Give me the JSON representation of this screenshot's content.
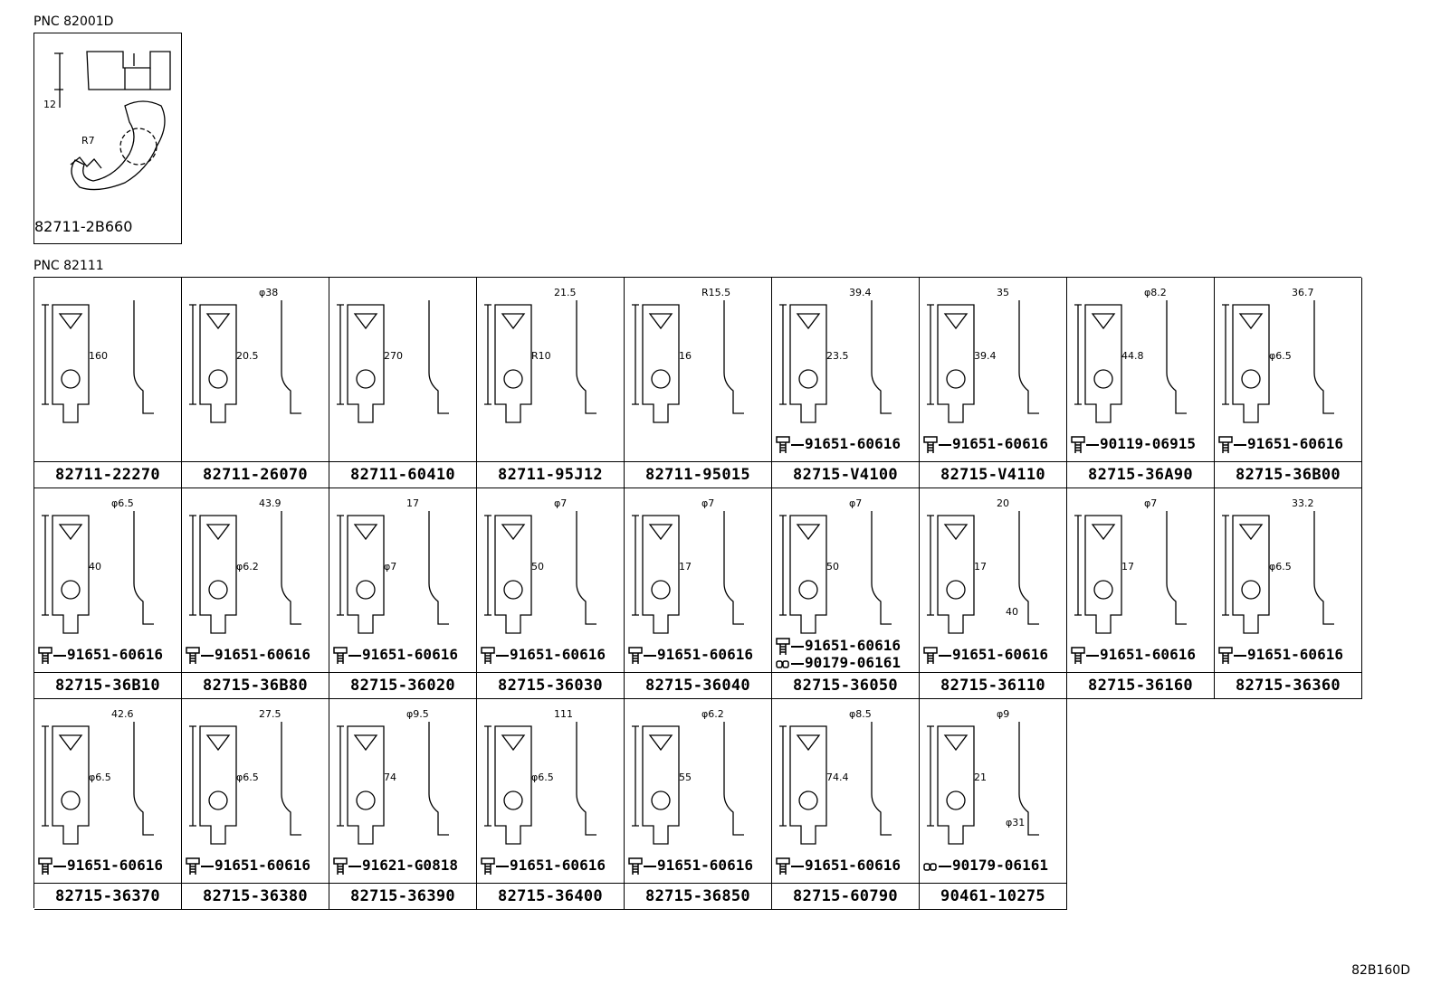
{
  "pnc_top": "PNC 82001D",
  "pnc_main": "PNC 82111",
  "figure_code": "82B160D",
  "top_part": {
    "part": "82711-2B660",
    "dims": [
      "12",
      "R7"
    ]
  },
  "rows": [
    [
      {
        "part": "82711-22270",
        "dims": [
          "160"
        ],
        "bolts": []
      },
      {
        "part": "82711-26070",
        "dims": [
          "20.5",
          "φ38"
        ],
        "bolts": []
      },
      {
        "part": "82711-60410",
        "dims": [
          "270"
        ],
        "bolts": []
      },
      {
        "part": "82711-95J12",
        "dims": [
          "R10",
          "21.5"
        ],
        "bolts": []
      },
      {
        "part": "82711-95015",
        "dims": [
          "16",
          "R15.5"
        ],
        "bolts": []
      },
      {
        "part": "82715-V4100",
        "dims": [
          "23.5",
          "39.4"
        ],
        "bolts": [
          {
            "type": "bolt",
            "num": "91651-60616"
          }
        ]
      },
      {
        "part": "82715-V4110",
        "dims": [
          "39.4",
          "35"
        ],
        "bolts": [
          {
            "type": "bolt",
            "num": "91651-60616"
          }
        ]
      },
      {
        "part": "82715-36A90",
        "dims": [
          "44.8",
          "φ8.2"
        ],
        "bolts": [
          {
            "type": "bolt",
            "num": "90119-06915"
          }
        ]
      },
      {
        "part": "82715-36B00",
        "dims": [
          "φ6.5",
          "36.7"
        ],
        "bolts": [
          {
            "type": "bolt",
            "num": "91651-60616"
          }
        ]
      }
    ],
    [
      {
        "part": "82715-36B10",
        "dims": [
          "40",
          "φ6.5"
        ],
        "bolts": [
          {
            "type": "bolt",
            "num": "91651-60616"
          }
        ]
      },
      {
        "part": "82715-36B80",
        "dims": [
          "φ6.2",
          "43.9"
        ],
        "bolts": [
          {
            "type": "bolt",
            "num": "91651-60616"
          }
        ]
      },
      {
        "part": "82715-36020",
        "dims": [
          "φ7",
          "17"
        ],
        "bolts": [
          {
            "type": "bolt",
            "num": "91651-60616"
          }
        ]
      },
      {
        "part": "82715-36030",
        "dims": [
          "50",
          "φ7"
        ],
        "bolts": [
          {
            "type": "bolt",
            "num": "91651-60616"
          }
        ]
      },
      {
        "part": "82715-36040",
        "dims": [
          "17",
          "φ7"
        ],
        "bolts": [
          {
            "type": "bolt",
            "num": "91651-60616"
          }
        ]
      },
      {
        "part": "82715-36050",
        "dims": [
          "50",
          "φ7"
        ],
        "bolts": [
          {
            "type": "bolt",
            "num": "91651-60616"
          },
          {
            "type": "clip",
            "num": "90179-06161"
          }
        ]
      },
      {
        "part": "82715-36110",
        "dims": [
          "17",
          "20",
          "40"
        ],
        "bolts": [
          {
            "type": "bolt",
            "num": "91651-60616"
          }
        ]
      },
      {
        "part": "82715-36160",
        "dims": [
          "17",
          "φ7"
        ],
        "bolts": [
          {
            "type": "bolt",
            "num": "91651-60616"
          }
        ]
      },
      {
        "part": "82715-36360",
        "dims": [
          "φ6.5",
          "33.2"
        ],
        "bolts": [
          {
            "type": "bolt",
            "num": "91651-60616"
          }
        ]
      }
    ],
    [
      {
        "part": "82715-36370",
        "dims": [
          "φ6.5",
          "42.6"
        ],
        "bolts": [
          {
            "type": "bolt",
            "num": "91651-60616"
          }
        ]
      },
      {
        "part": "82715-36380",
        "dims": [
          "φ6.5",
          "27.5"
        ],
        "bolts": [
          {
            "type": "bolt",
            "num": "91651-60616"
          }
        ]
      },
      {
        "part": "82715-36390",
        "dims": [
          "74",
          "φ9.5"
        ],
        "bolts": [
          {
            "type": "bolt",
            "num": "91621-G0818"
          }
        ]
      },
      {
        "part": "82715-36400",
        "dims": [
          "φ6.5",
          "111"
        ],
        "bolts": [
          {
            "type": "bolt",
            "num": "91651-60616"
          }
        ]
      },
      {
        "part": "82715-36850",
        "dims": [
          "55",
          "φ6.2"
        ],
        "bolts": [
          {
            "type": "bolt",
            "num": "91651-60616"
          }
        ]
      },
      {
        "part": "82715-60790",
        "dims": [
          "74.4",
          "φ8.5"
        ],
        "bolts": [
          {
            "type": "bolt",
            "num": "91651-60616"
          }
        ]
      },
      {
        "part": "90461-10275",
        "dims": [
          "21",
          "φ9",
          "φ31"
        ],
        "bolts": [
          {
            "type": "clip",
            "num": "90179-06161"
          }
        ]
      }
    ]
  ]
}
